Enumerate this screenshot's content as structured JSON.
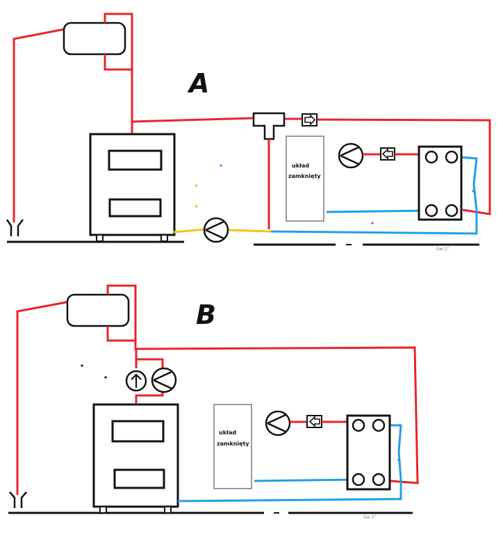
{
  "colors": {
    "hot_pipe": "#e8232b",
    "cold_pipe": "#1ea0e6",
    "yellow_pipe": "#f2c31a",
    "outline": "#111111",
    "closed_system_border": "#9a9a9a",
    "stray_dot_blue": "#1e90ff",
    "stray_dot_yellow": "#f0b000",
    "stray_dot_pink": "#e03c7a"
  },
  "diagram_a": {
    "label": "A",
    "closed_system_label_line1": "układ",
    "closed_system_label_line2": "zamknięty",
    "pipe_size_label": "Gw 2\""
  },
  "diagram_b": {
    "label": "B",
    "closed_system_label_line1": "układ",
    "closed_system_label_line2": "zamknięty",
    "pipe_size_label": "Gw 2\""
  },
  "icons": {
    "pump": "pump-icon",
    "check_valve": "check-valve-icon",
    "tee": "tee-fitting-icon",
    "drain": "drain-icon",
    "boiler": "boiler-icon",
    "expansion_tank": "expansion-tank-icon",
    "heat_exchanger": "plate-heat-exchanger-icon",
    "safety_valve": "safety-valve-icon"
  }
}
